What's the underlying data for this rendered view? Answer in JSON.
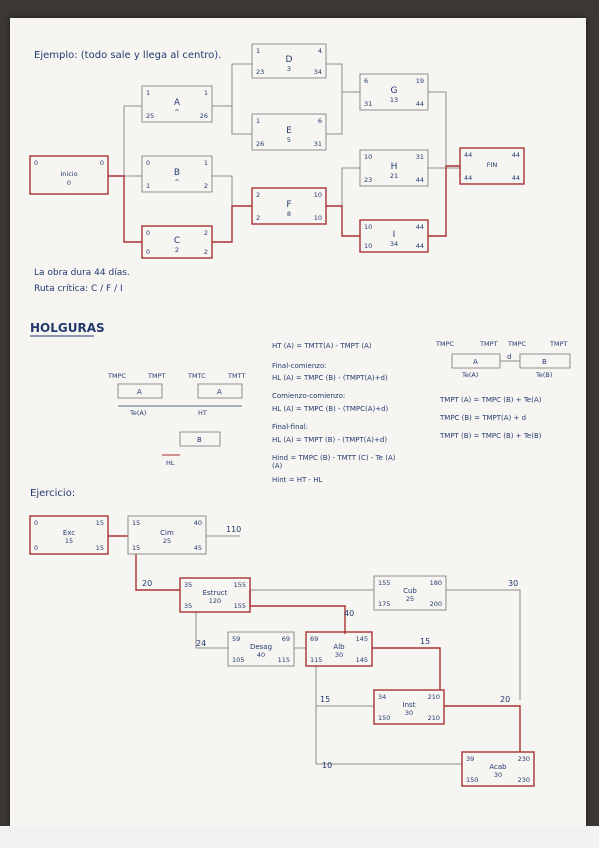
{
  "heading_example": "Ejemplo: (todo sale y llega al centro).",
  "network": {
    "nodes": [
      {
        "id": "inicio",
        "name": "Inicio",
        "dur": "0",
        "tl": "0",
        "tr": "0",
        "bl": "",
        "br": "",
        "critical": true
      },
      {
        "id": "A",
        "name": "A",
        "dur": "^",
        "tl": "1",
        "tr": "1",
        "bl": "25",
        "br": "26",
        "critical": false
      },
      {
        "id": "B",
        "name": "B",
        "dur": "^",
        "tl": "0",
        "tr": "1",
        "bl": "1",
        "br": "2",
        "critical": false
      },
      {
        "id": "C",
        "name": "C",
        "dur": "2",
        "tl": "0",
        "tr": "2",
        "bl": "0",
        "br": "2",
        "critical": true
      },
      {
        "id": "D",
        "name": "D",
        "dur": "3",
        "tl": "1",
        "tr": "4",
        "bl": "23",
        "br": "34",
        "critical": false
      },
      {
        "id": "E",
        "name": "E",
        "dur": "5",
        "tl": "1",
        "tr": "6",
        "bl": "26",
        "br": "31",
        "critical": false
      },
      {
        "id": "F",
        "name": "F",
        "dur": "8",
        "tl": "2",
        "tr": "10",
        "bl": "2",
        "br": "10",
        "critical": true
      },
      {
        "id": "G",
        "name": "G",
        "dur": "13",
        "tl": "6",
        "tr": "19",
        "bl": "31",
        "br": "44",
        "critical": false
      },
      {
        "id": "H",
        "name": "H",
        "dur": "21",
        "tl": "10",
        "tr": "31",
        "bl": "23",
        "br": "44",
        "critical": false
      },
      {
        "id": "I",
        "name": "I",
        "dur": "34",
        "tl": "10",
        "tr": "44",
        "bl": "10",
        "br": "44",
        "critical": true
      },
      {
        "id": "fin",
        "name": "FIN",
        "dur": "",
        "tl": "44",
        "tr": "44",
        "bl": "44",
        "br": "44",
        "critical": true
      }
    ]
  },
  "notes": [
    "La obra dura 44 días.",
    "Ruta crítica: C / F / I"
  ],
  "heading_holguras": "HOLGURAS",
  "holguras": {
    "tl_labels": [
      "TMPC",
      "TMPT",
      "TMTC",
      "TMTT"
    ],
    "box_a": "A",
    "box_b": "B",
    "te": "Te(A)",
    "ht": "HT",
    "hl": "HL",
    "formulas": [
      "HT (A) = TMTT(A) - TMPT (A)",
      "Final-comienzo:",
      "HL (A) = TMPC (B) - (TMPT(A)+d)",
      "Comienzo-comienzo:",
      "HL (A) = TMPC (B) - (TMPC(A)+d)",
      "Final-final:",
      "HL (A) = TMPT (B) - (TMPT(A)+d)",
      "Hind = TMPC (B) - TMTT (C) - Te (A)",
      "(A)",
      "Hint = HT - HL"
    ],
    "right_labels": [
      "TMPC",
      "TMPT",
      "TMPC",
      "TMPT"
    ],
    "right_a": "A",
    "right_b": "B",
    "right_d": "d",
    "right_te_a": "Te(A)",
    "right_te_b": "Te(B)",
    "right_formulas": [
      "TMPT (A) = TMPC (B) + Te(A)",
      "TMPC (B) = TMPT(A) + d",
      "TMPT (B) = TMPC (B) + Te(B)"
    ]
  },
  "heading_ejercicio": "Ejercicio:",
  "exercise": {
    "nodes": [
      {
        "name": "Exc",
        "dur": "15",
        "tl": "0",
        "tr": "15",
        "bl": "0",
        "br": "15",
        "critical": true
      },
      {
        "name": "Cim",
        "dur": "25",
        "tl": "15",
        "tr": "40",
        "bl": "15",
        "br": "45",
        "critical": false
      },
      {
        "name": "Estruct",
        "dur": "120",
        "tl": "35",
        "tr": "155",
        "bl": "35",
        "br": "155",
        "critical": true
      },
      {
        "name": "Cub",
        "dur": "25",
        "tl": "155",
        "tr": "180",
        "bl": "175",
        "br": "200",
        "critical": false
      },
      {
        "name": "Desag",
        "dur": "40",
        "tl": "59",
        "tr": "69",
        "bl": "105",
        "br": "115",
        "critical": false
      },
      {
        "name": "Alb",
        "dur": "30",
        "tl": "69",
        "tr": "145",
        "bl": "115",
        "br": "145",
        "critical": true
      },
      {
        "name": "Inst",
        "dur": "30",
        "tl": "34",
        "tr": "210",
        "bl": "150",
        "br": "210",
        "critical": true
      },
      {
        "name": "Acab",
        "dur": "30",
        "tl": "39",
        "tr": "230",
        "bl": "150",
        "br": "230",
        "critical": true
      }
    ],
    "lags": [
      "110",
      "20",
      "24",
      "40",
      "30",
      "15",
      "15",
      "20",
      "10"
    ]
  }
}
